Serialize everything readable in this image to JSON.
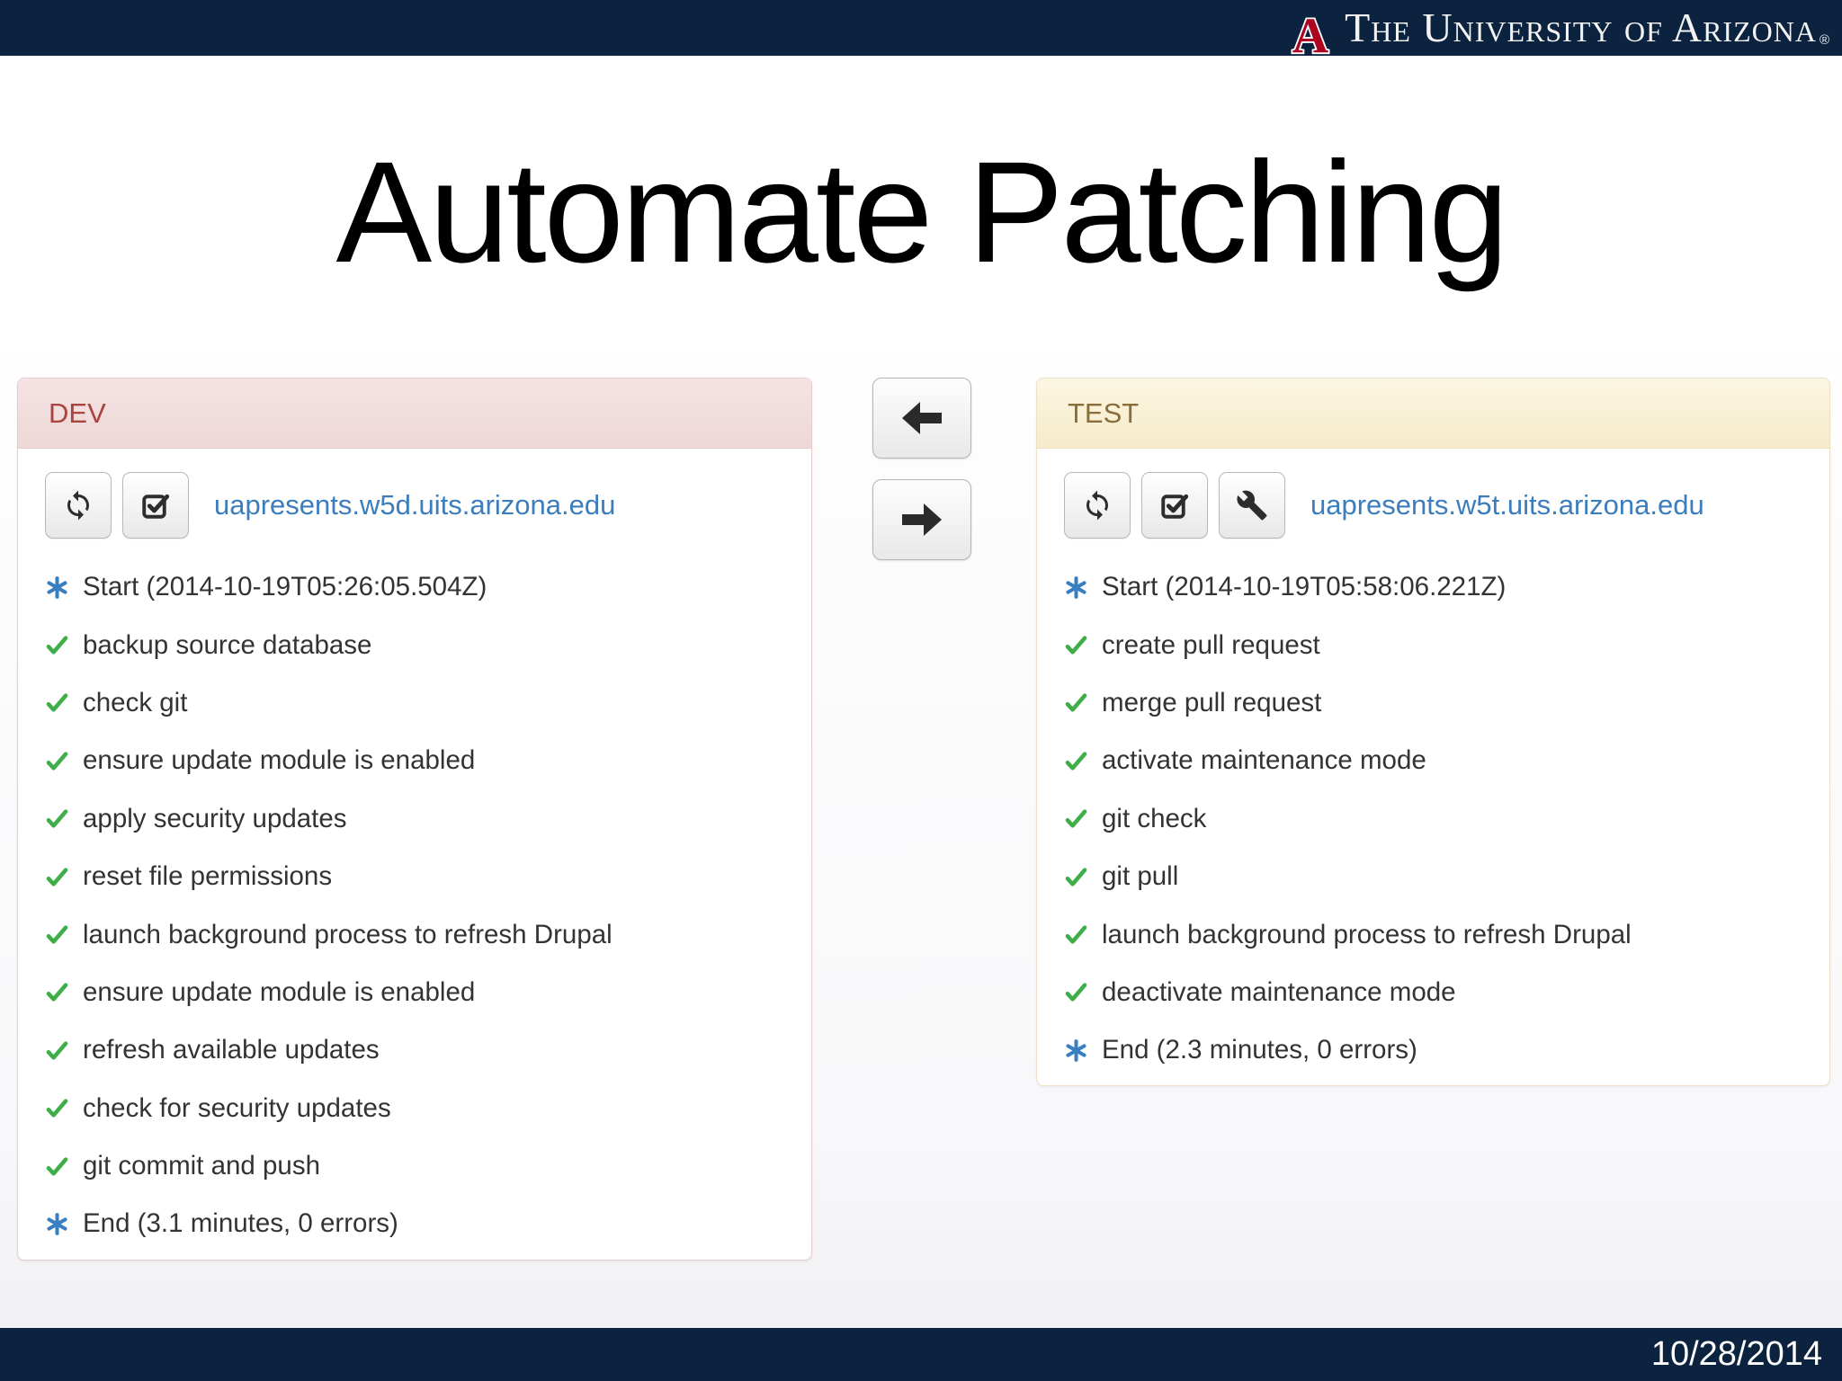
{
  "header": {
    "brand": "The University of Arizona",
    "reg": "®"
  },
  "title": "Automate Patching",
  "dev_panel": {
    "label": "DEV",
    "url": "uapresents.w5d.uits.arizona.edu",
    "toolbar_icons": [
      "refresh-icon",
      "check-square-icon"
    ],
    "items": [
      {
        "icon": "asterisk-icon",
        "text": "Start (2014-10-19T05:26:05.504Z)"
      },
      {
        "icon": "check-icon",
        "text": "backup source database"
      },
      {
        "icon": "check-icon",
        "text": "check git"
      },
      {
        "icon": "check-icon",
        "text": "ensure update module is enabled"
      },
      {
        "icon": "check-icon",
        "text": "apply security updates"
      },
      {
        "icon": "check-icon",
        "text": "reset file permissions"
      },
      {
        "icon": "check-icon",
        "text": "launch background process to refresh Drupal"
      },
      {
        "icon": "check-icon",
        "text": "ensure update module is enabled"
      },
      {
        "icon": "check-icon",
        "text": "refresh available updates"
      },
      {
        "icon": "check-icon",
        "text": "check for security updates"
      },
      {
        "icon": "check-icon",
        "text": "git commit and push"
      },
      {
        "icon": "asterisk-icon",
        "text": "End (3.1 minutes, 0 errors)"
      }
    ]
  },
  "test_panel": {
    "label": "TEST",
    "url": "uapresents.w5t.uits.arizona.edu",
    "toolbar_icons": [
      "refresh-icon",
      "check-square-icon",
      "wrench-icon"
    ],
    "items": [
      {
        "icon": "asterisk-icon",
        "text": "Start (2014-10-19T05:58:06.221Z)"
      },
      {
        "icon": "check-icon",
        "text": "create pull request"
      },
      {
        "icon": "check-icon",
        "text": "merge pull request"
      },
      {
        "icon": "check-icon",
        "text": "activate maintenance mode"
      },
      {
        "icon": "check-icon",
        "text": "git check"
      },
      {
        "icon": "check-icon",
        "text": "git pull"
      },
      {
        "icon": "check-icon",
        "text": "launch background process to refresh Drupal"
      },
      {
        "icon": "check-icon",
        "text": "deactivate maintenance mode"
      },
      {
        "icon": "asterisk-icon",
        "text": "End (2.3 minutes, 0 errors)"
      }
    ]
  },
  "controls": {
    "promote_icons": [
      "left-arrow-icon",
      "right-arrow-icon"
    ]
  },
  "footer": {
    "date": "10/28/2014"
  },
  "colors": {
    "navy": "#0c2340",
    "brand_red": "#ab0520",
    "link_blue": "#3b7dbd",
    "check-icon": "#3fae49",
    "asterisk-icon": "#3a7ec2",
    "dev_accent": "#a94442",
    "dev_header_bg": "#f2dede",
    "test_accent": "#8a6d3b",
    "test_header_bg": "#fcf8e3"
  }
}
